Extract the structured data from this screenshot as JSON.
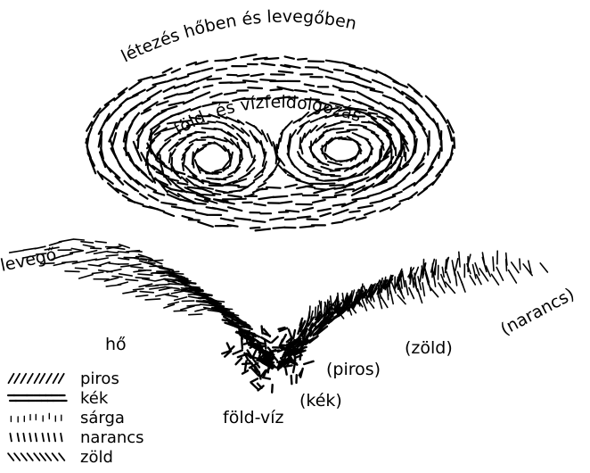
{
  "diagram": {
    "top_arc_label": "létezés hőben és levegőben",
    "inner_arc_label": "föld- és vízfeldolgozás",
    "wing_labels": {
      "levego": "levegő",
      "ho": "hő",
      "fold_viz": "föld-víz",
      "kek": "(kék)",
      "piros": "(piros)",
      "zold": "(zöld)",
      "narancs": "(narancs)"
    },
    "legend": [
      {
        "pattern": "piros-hatch",
        "label": "piros"
      },
      {
        "pattern": "kek-hatch",
        "label": "kék"
      },
      {
        "pattern": "sarga-hatch",
        "label": "sárga"
      },
      {
        "pattern": "narancs-hatch",
        "label": "narancs"
      },
      {
        "pattern": "zold-hatch",
        "label": "zöld"
      }
    ],
    "ink_color": "#000000",
    "paper_color": "#ffffff"
  }
}
